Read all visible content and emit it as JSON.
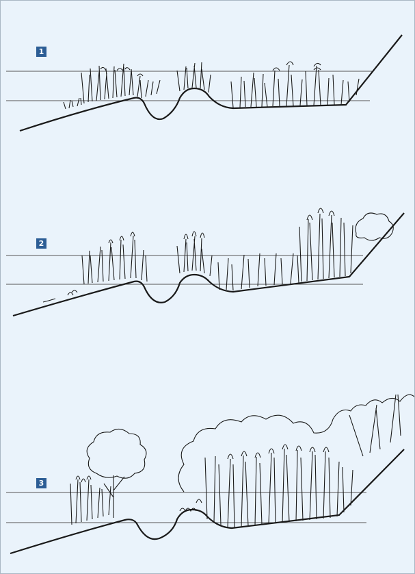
{
  "panels": [
    {
      "label": "1"
    },
    {
      "label": "2"
    },
    {
      "label": "3"
    }
  ],
  "colors": {
    "background": "#eaf3fb",
    "badge": "#2c5d95",
    "ink": "#1a1a1a",
    "water_line": "#555555"
  }
}
